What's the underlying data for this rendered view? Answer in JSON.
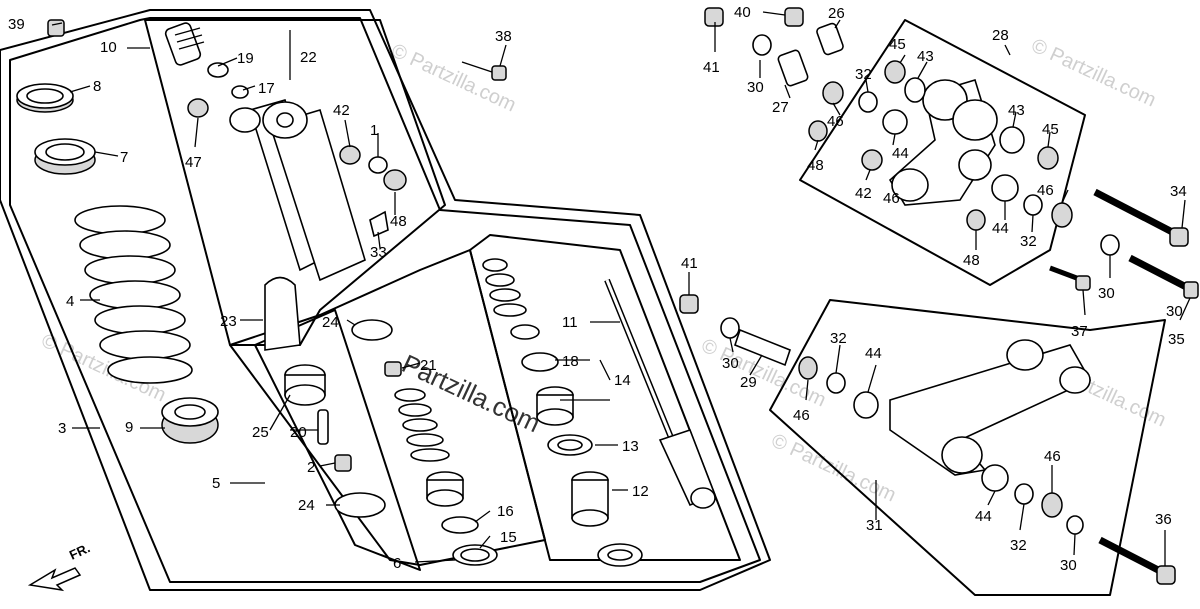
{
  "diagram": {
    "labels": [
      "1",
      "2",
      "3",
      "4",
      "5",
      "6",
      "7",
      "8",
      "9",
      "10",
      "11",
      "12",
      "13",
      "14",
      "15",
      "16",
      "17",
      "18",
      "19",
      "20",
      "21",
      "22",
      "23",
      "24",
      "24",
      "25",
      "26",
      "27",
      "28",
      "29",
      "30",
      "30",
      "30",
      "30",
      "30",
      "31",
      "32",
      "32",
      "32",
      "32",
      "33",
      "34",
      "35",
      "36",
      "37",
      "38",
      "39",
      "40",
      "41",
      "41",
      "42",
      "42",
      "43",
      "43",
      "44",
      "44",
      "44",
      "44",
      "45",
      "45",
      "46",
      "46",
      "46",
      "46",
      "46",
      "47",
      "48",
      "48",
      "48"
    ],
    "front_marker": "FR.",
    "watermarks": {
      "main": "Partzilla.com",
      "small": "© Partzilla.com"
    }
  }
}
